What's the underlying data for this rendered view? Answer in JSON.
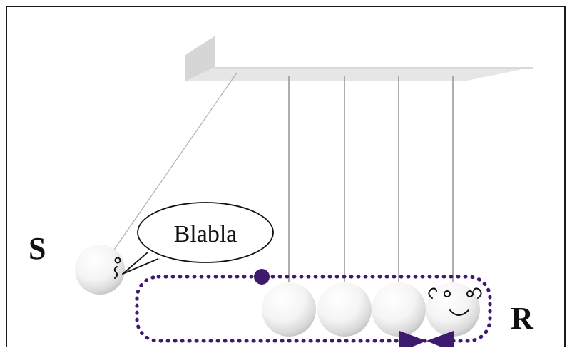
{
  "labels": {
    "sender": "S",
    "receiver": "R",
    "speech": "Blabla"
  },
  "colors": {
    "group_outline": "#3d1a6e",
    "bowtie": "#3d1a6e",
    "support_bar": "#e2e2e2",
    "string": "#9a9a9a"
  },
  "icons": {
    "sender_face": "face-icon",
    "receiver_face": "smiley-face-icon",
    "bowtie": "bowtie-icon"
  }
}
